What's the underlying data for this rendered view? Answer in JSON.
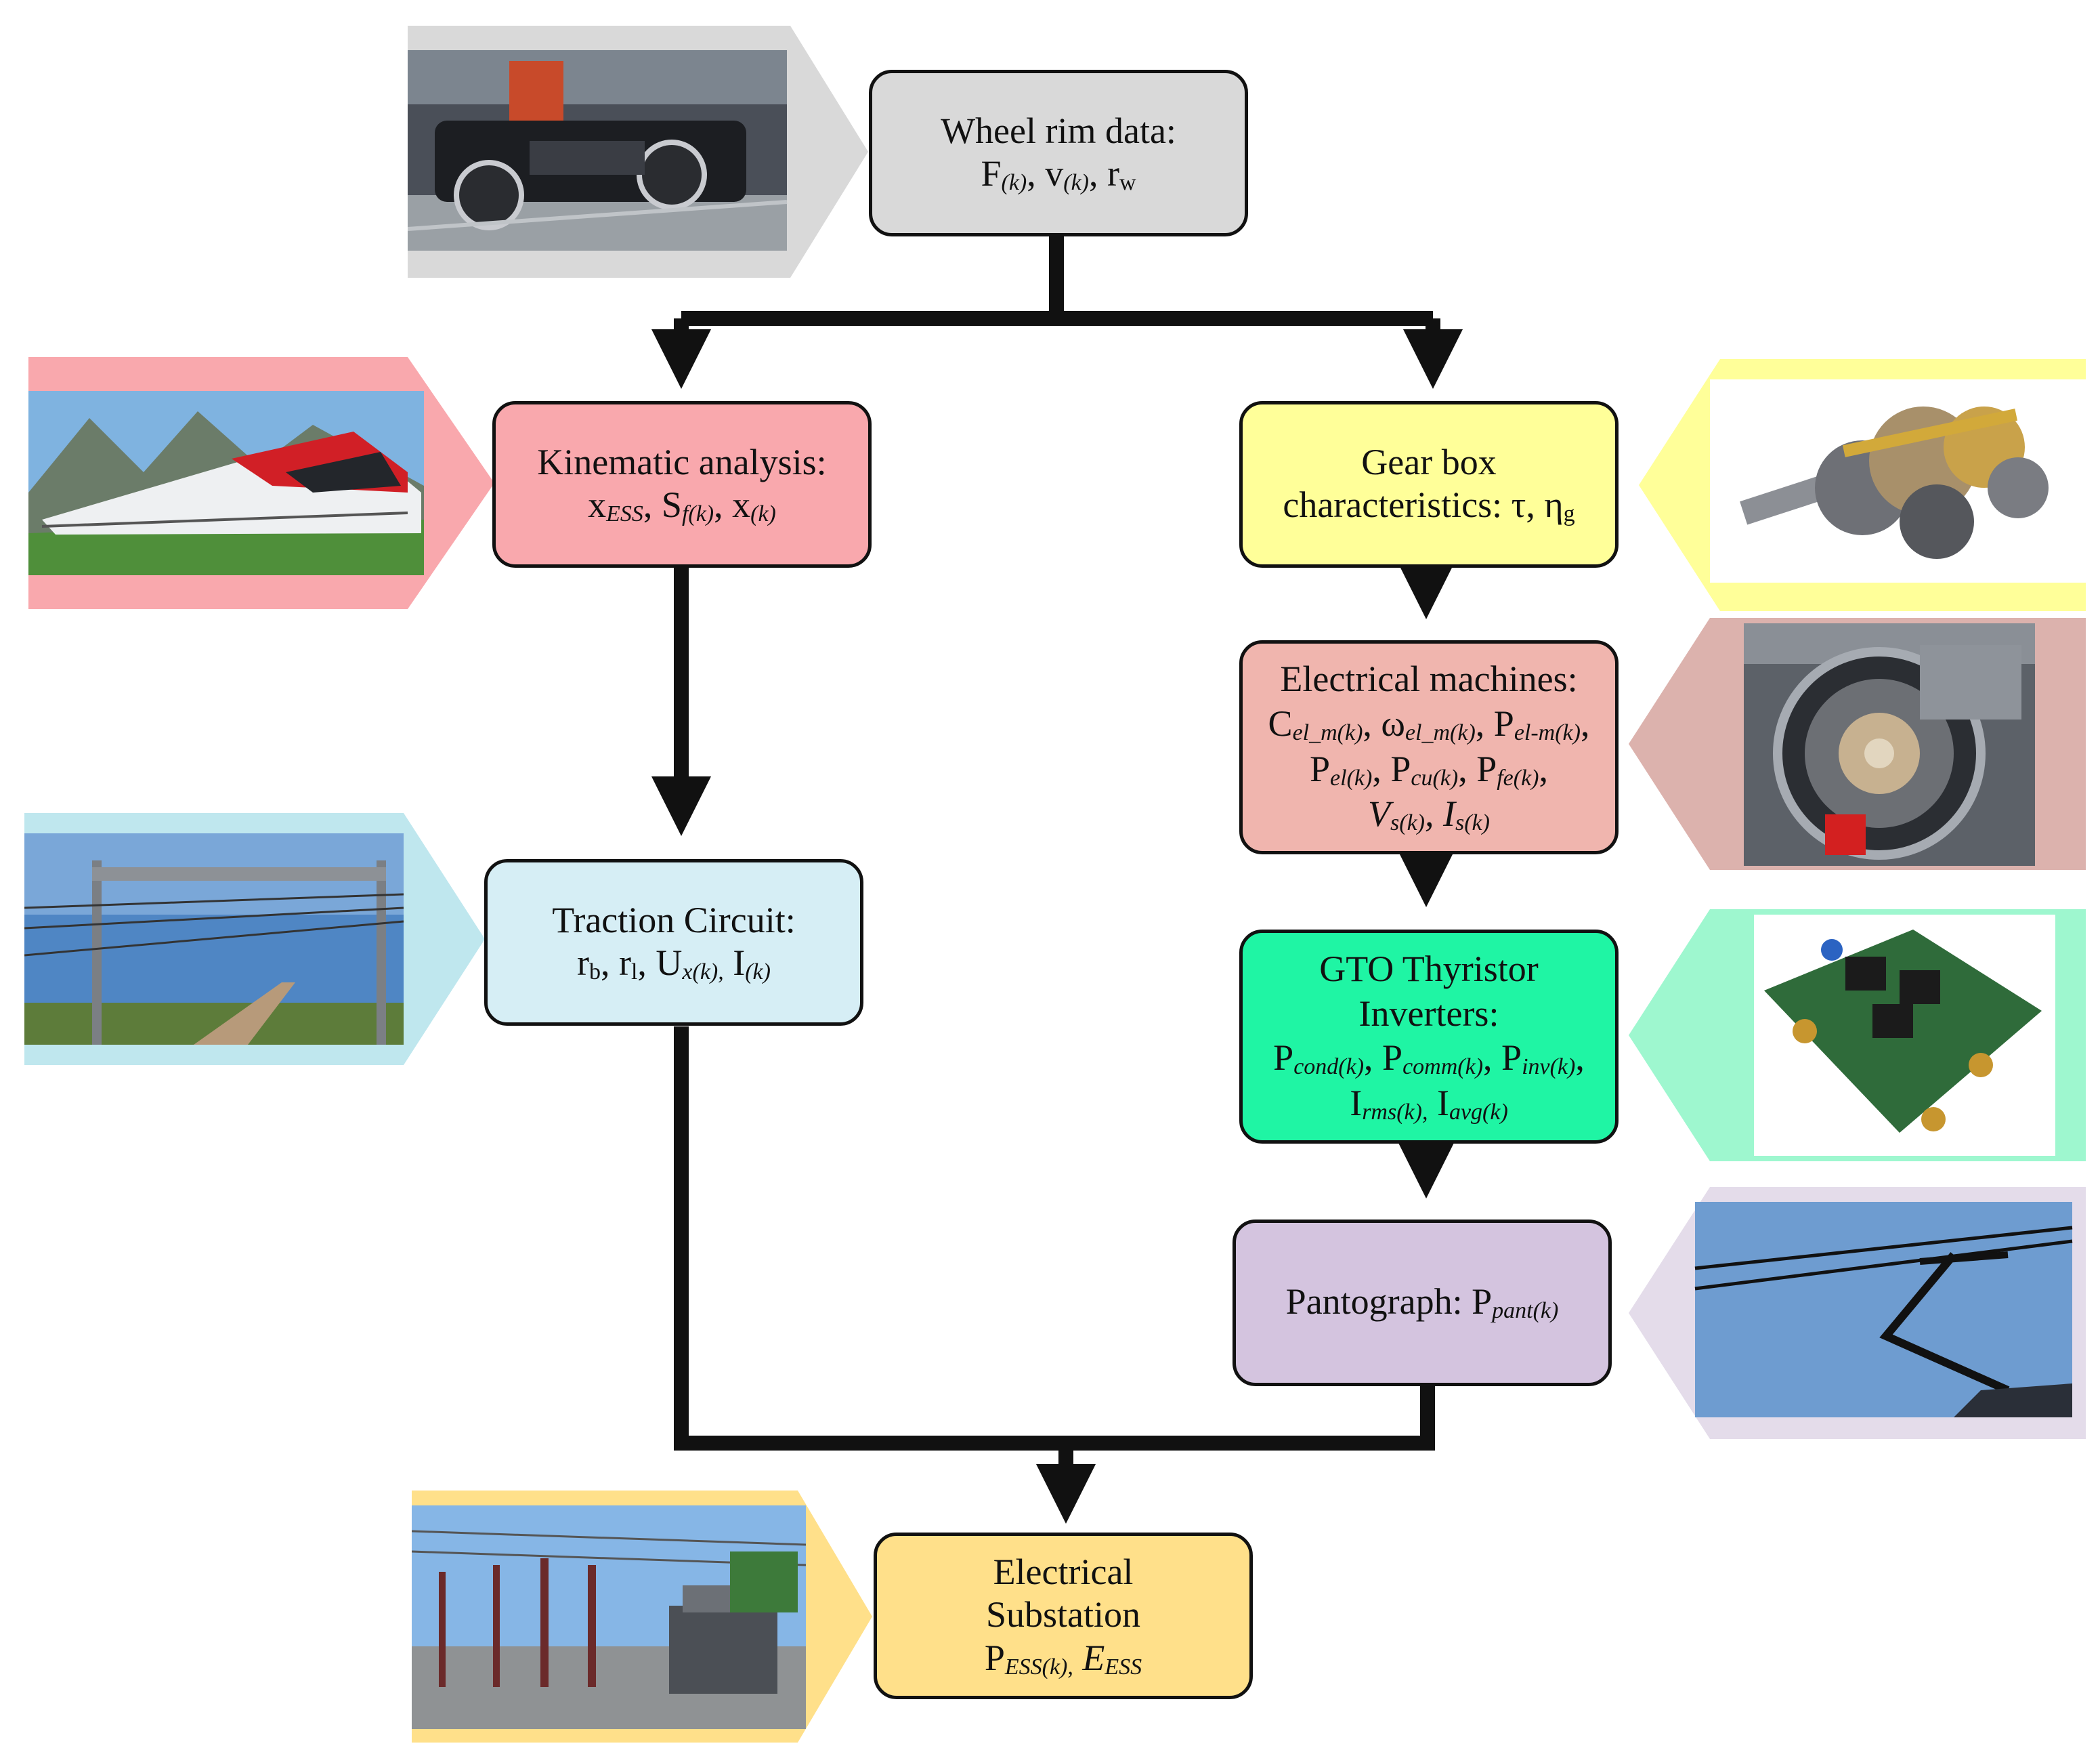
{
  "colors": {
    "wheel": "#d9d9d9",
    "kinematic": "#f9a8ad",
    "gearbox": "#ffff99",
    "machines": "#f0b5ae",
    "traction": "#d6eef5",
    "inverters": "#1ff5a4",
    "pantograph": "#d4c4df",
    "substation": "#ffe08a",
    "line": "#111111"
  },
  "nodes": {
    "wheel": {
      "title": "Wheel rim data:",
      "F": "F",
      "F_sub": "(k)",
      "sep1": ", ",
      "v": "v",
      "v_sub": "(k)",
      "sep2": ", ",
      "r": "r",
      "r_sub": "w"
    },
    "kinematic": {
      "title": "Kinematic analysis:",
      "x": "x",
      "x_sub": "ESS",
      "sep1": ", ",
      "S": "S",
      "S_sub": "f(k)",
      "sep2": ", ",
      "x2": "x",
      "x2_sub": "(k)"
    },
    "gearbox": {
      "line1": "Gear box",
      "line2": "characteristics: τ, η",
      "eta_sub": "g"
    },
    "machines": {
      "title": "Electrical machines:",
      "C": "C",
      "C_sub": "el_m(k)",
      "sep1": ", ",
      "w": "ω",
      "w_sub": "el_m(k)",
      "sep2": ", ",
      "P1": "P",
      "P1_sub": "el-m(k)",
      "sep3": ",",
      "P2": "P",
      "P2_sub": "el(k)",
      "sep4": ", ",
      "P3": "P",
      "P3_sub": "cu(k)",
      "sep5": ", ",
      "P4": "P",
      "P4_sub": "fe(k)",
      "sep6": ",",
      "V": "V",
      "V_sub": "s(k)",
      "sep7": ", ",
      "I": "I",
      "I_sub": "s(k)"
    },
    "traction": {
      "title": "Traction Circuit:",
      "rb": "r",
      "rb_sub": "b",
      "sep1": ", ",
      "rl": "r",
      "rl_sub": "l",
      "sep2": ", ",
      "U": "U",
      "U_sub": "x(k),",
      "sep3": " ",
      "I": "I",
      "I_sub": "(k)"
    },
    "inverters": {
      "line1": "GTO Thyristor",
      "line2": "Inverters:",
      "P1": "P",
      "P1_sub": "cond(k)",
      "sep1": ", ",
      "P2": "P",
      "P2_sub": "comm(k)",
      "sep2": ", ",
      "P3": "P",
      "P3_sub": "inv(k)",
      "sep3": ",",
      "I1": "I",
      "I1_sub": "rms(k),",
      "sep4": " ",
      "I2": "I",
      "I2_sub": "avg(k)"
    },
    "pantograph": {
      "title": "Pantograph: P",
      "P_sub": "pant(k)"
    },
    "substation": {
      "line1": "Electrical",
      "line2": "Substation",
      "P": "P",
      "P_sub": "ESS(k),",
      "sep1": " ",
      "E": "E",
      "E_sub": "ESS"
    }
  }
}
